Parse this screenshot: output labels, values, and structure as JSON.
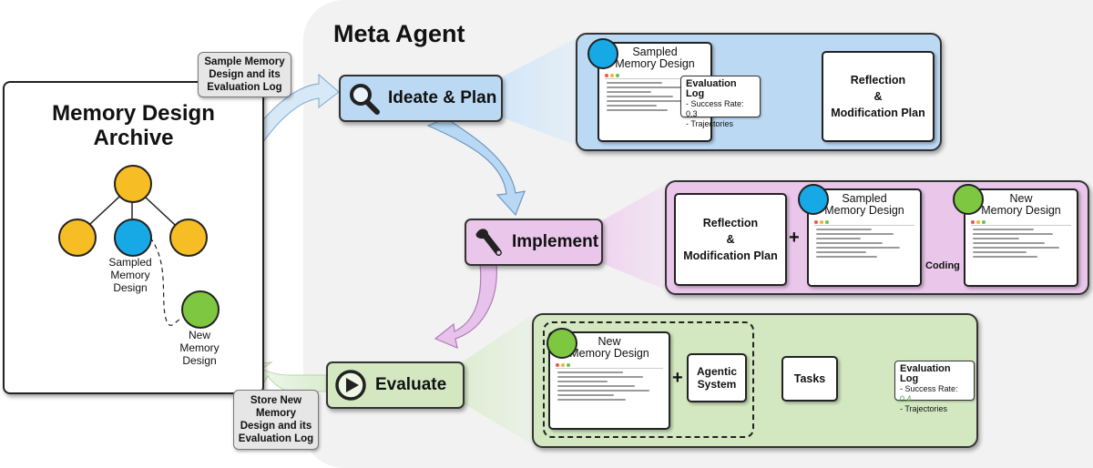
{
  "meta_agent": {
    "title": "Meta Agent"
  },
  "archive": {
    "title": "Memory Design\nArchive",
    "sampled_label": "Sampled\nMemory\nDesign",
    "new_label": "New\nMemory\nDesign"
  },
  "sample_box": "Sample Memory\nDesign and its\nEvaluation Log",
  "store_box": "Store New\nMemory\nDesign and its\nEvaluation Log",
  "steps": {
    "ideate": "Ideate & Plan",
    "implement": "Implement",
    "evaluate": "Evaluate"
  },
  "ideate_panel": {
    "sampled_title": "Sampled\nMemory Design",
    "eval_log_title": "Evaluation Log",
    "eval_success": "- Success Rate: 0.3",
    "eval_traj": "- Trajectories",
    "reflection": "Reflection\n&\nModification Plan"
  },
  "implement_panel": {
    "reflection": "Reflection\n&\nModification Plan",
    "plus": "+",
    "sampled_title": "Sampled\nMemory Design",
    "coding": "Coding",
    "new_title": "New\nMemory Design"
  },
  "evaluate_panel": {
    "new_title": "New\nMemory Design",
    "plus": "+",
    "agentic": "Agentic\nSystem",
    "tasks": "Tasks",
    "eval_log_title": "Evaluation Log",
    "eval_success_prefix": "- Success Rate: ",
    "eval_success_value": "0.4",
    "eval_traj": "- Trajectories"
  },
  "colors": {
    "ideate_blue": "#bcd9f4",
    "implement_pink": "#e9c6ea",
    "evaluate_green": "#d3e8c1",
    "node_yellow": "#f7bd24",
    "node_blue": "#17a9e6",
    "node_green": "#7dc741"
  }
}
